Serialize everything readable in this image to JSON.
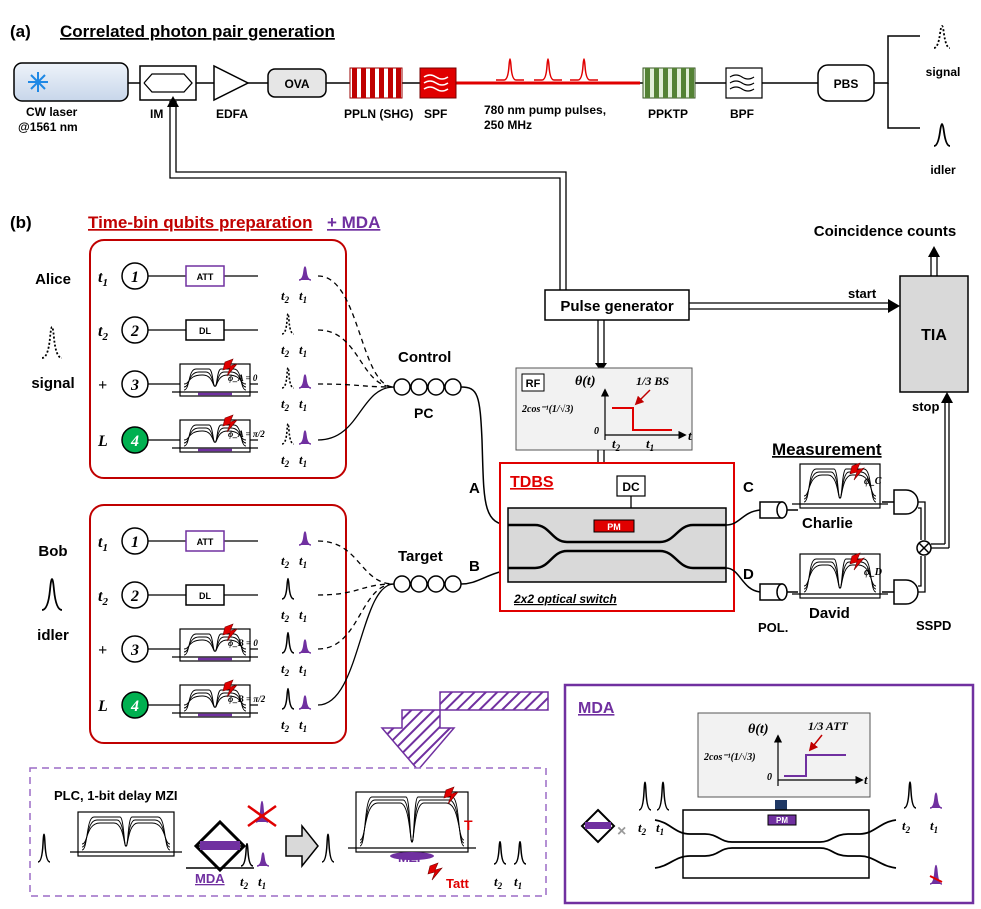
{
  "section_a": {
    "tag": "(a)",
    "title": "Correlated photon pair generation",
    "cw_laser": "CW laser",
    "wavelength": "@1561 nm",
    "im": "IM",
    "edfa": "EDFA",
    "ova": "OVA",
    "ppln": "PPLN (SHG)",
    "spf": "SPF",
    "pump1": "780 nm pump pulses,",
    "pump2": "250 MHz",
    "ppktp": "PPKTP",
    "bpf": "BPF",
    "pbs": "PBS",
    "signal": "signal",
    "idler": "idler"
  },
  "section_b": {
    "tag": "(b)",
    "title_part1": "Time-bin qubits preparation",
    "title_part2": "+ MDA",
    "alice": "Alice",
    "bob": "Bob",
    "signal": "signal",
    "idler": "idler",
    "rows": [
      {
        "sym": "t",
        "sub": "1",
        "num": "1"
      },
      {
        "sym": "t",
        "sub": "2",
        "num": "2"
      },
      {
        "sym": "+",
        "sub": "",
        "num": "3"
      },
      {
        "sym": "L",
        "sub": "",
        "num": "4"
      }
    ],
    "att": "ATT",
    "dl": "DL",
    "phi_a0": "ϕ_A = 0",
    "phi_a1": "ϕ_A = π/2",
    "phi_b0": "ϕ_B = 0",
    "phi_b1": "ϕ_B = π/2",
    "t2": "t",
    "t1": "t",
    "sub2": "2",
    "sub1": "1",
    "control": "Control",
    "target": "Target",
    "pc": "PC",
    "a": "A",
    "b": "B",
    "c": "C",
    "d": "D",
    "pulse_gen": "Pulse generator",
    "rf": "RF",
    "theta": "θ(t)",
    "bs": "1/3 BS",
    "cos_expr": "2cos⁻¹(1/√3)",
    "zero": "0",
    "t_axis": "t",
    "tdbs": "TDBS",
    "dc": "DC",
    "pm": "PM",
    "switch": "2x2 optical switch",
    "measurement": "Measurement",
    "charlie": "Charlie",
    "david": "David",
    "phi_c": "ϕ_C",
    "phi_d": "ϕ_D",
    "pol": "POL.",
    "sspd": "SSPD",
    "tia": "TIA",
    "start": "start",
    "stop": "stop",
    "coincidence": "Coincidence counts"
  },
  "mda_box": {
    "plc": "PLC, 1-bit delay MZI",
    "mda": "MDA",
    "mzi": "MZI",
    "t_label": "T",
    "tatt": "Tatt"
  },
  "mda_right": {
    "title": "MDA",
    "att": "1/3 ATT",
    "theta": "θ(t)",
    "cos_expr": "2cos⁻¹(1/√3)",
    "zero": "0",
    "t_axis": "t",
    "pm": "PM"
  },
  "colors": {
    "red": "#c00000",
    "purple": "#7030a0",
    "green": "#00b050",
    "gray": "#d9d9d9"
  }
}
